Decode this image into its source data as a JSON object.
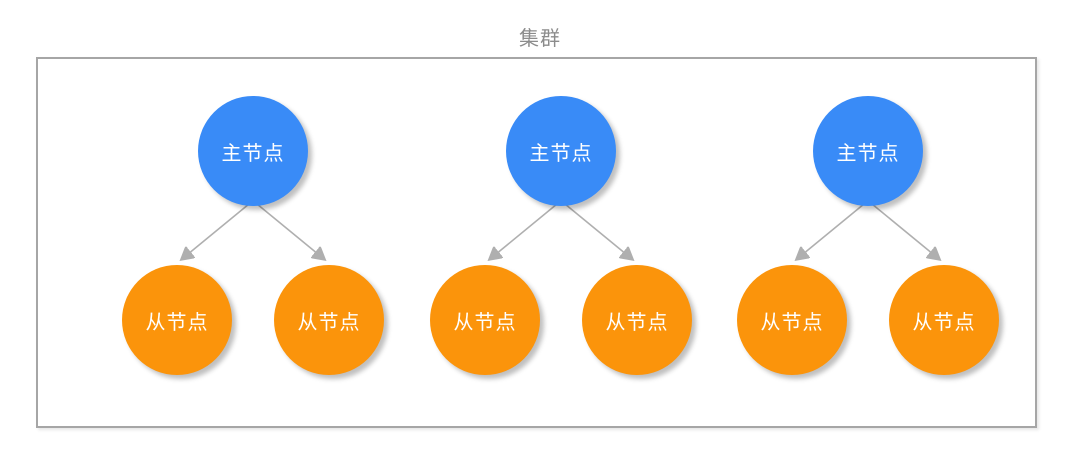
{
  "diagram": {
    "title": "集群",
    "colors": {
      "master_node": "#398BF7",
      "slave_node": "#FB940B",
      "arrow": "#AFAFAF",
      "box_border": "#A6A6A6",
      "title_text": "#8C8C8C",
      "node_text": "#FFFFFF"
    },
    "groups": [
      {
        "master": "主节点",
        "slaves": [
          "从节点",
          "从节点"
        ]
      },
      {
        "master": "主节点",
        "slaves": [
          "从节点",
          "从节点"
        ]
      },
      {
        "master": "主节点",
        "slaves": [
          "从节点",
          "从节点"
        ]
      }
    ]
  }
}
